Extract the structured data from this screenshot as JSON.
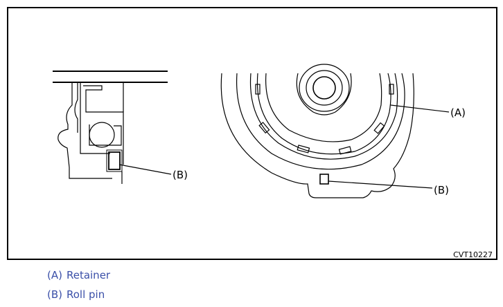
{
  "figure": {
    "callout_a": "(A)",
    "callout_b_left": "(B)",
    "callout_b_right": "(B)",
    "figure_code": "CVT10227"
  },
  "legend": {
    "items": [
      {
        "code": "(A)",
        "label": "Retainer"
      },
      {
        "code": "(B)",
        "label": "Roll pin"
      }
    ]
  },
  "colors": {
    "line": "#000000",
    "legend_text": "#3a4fa8"
  }
}
